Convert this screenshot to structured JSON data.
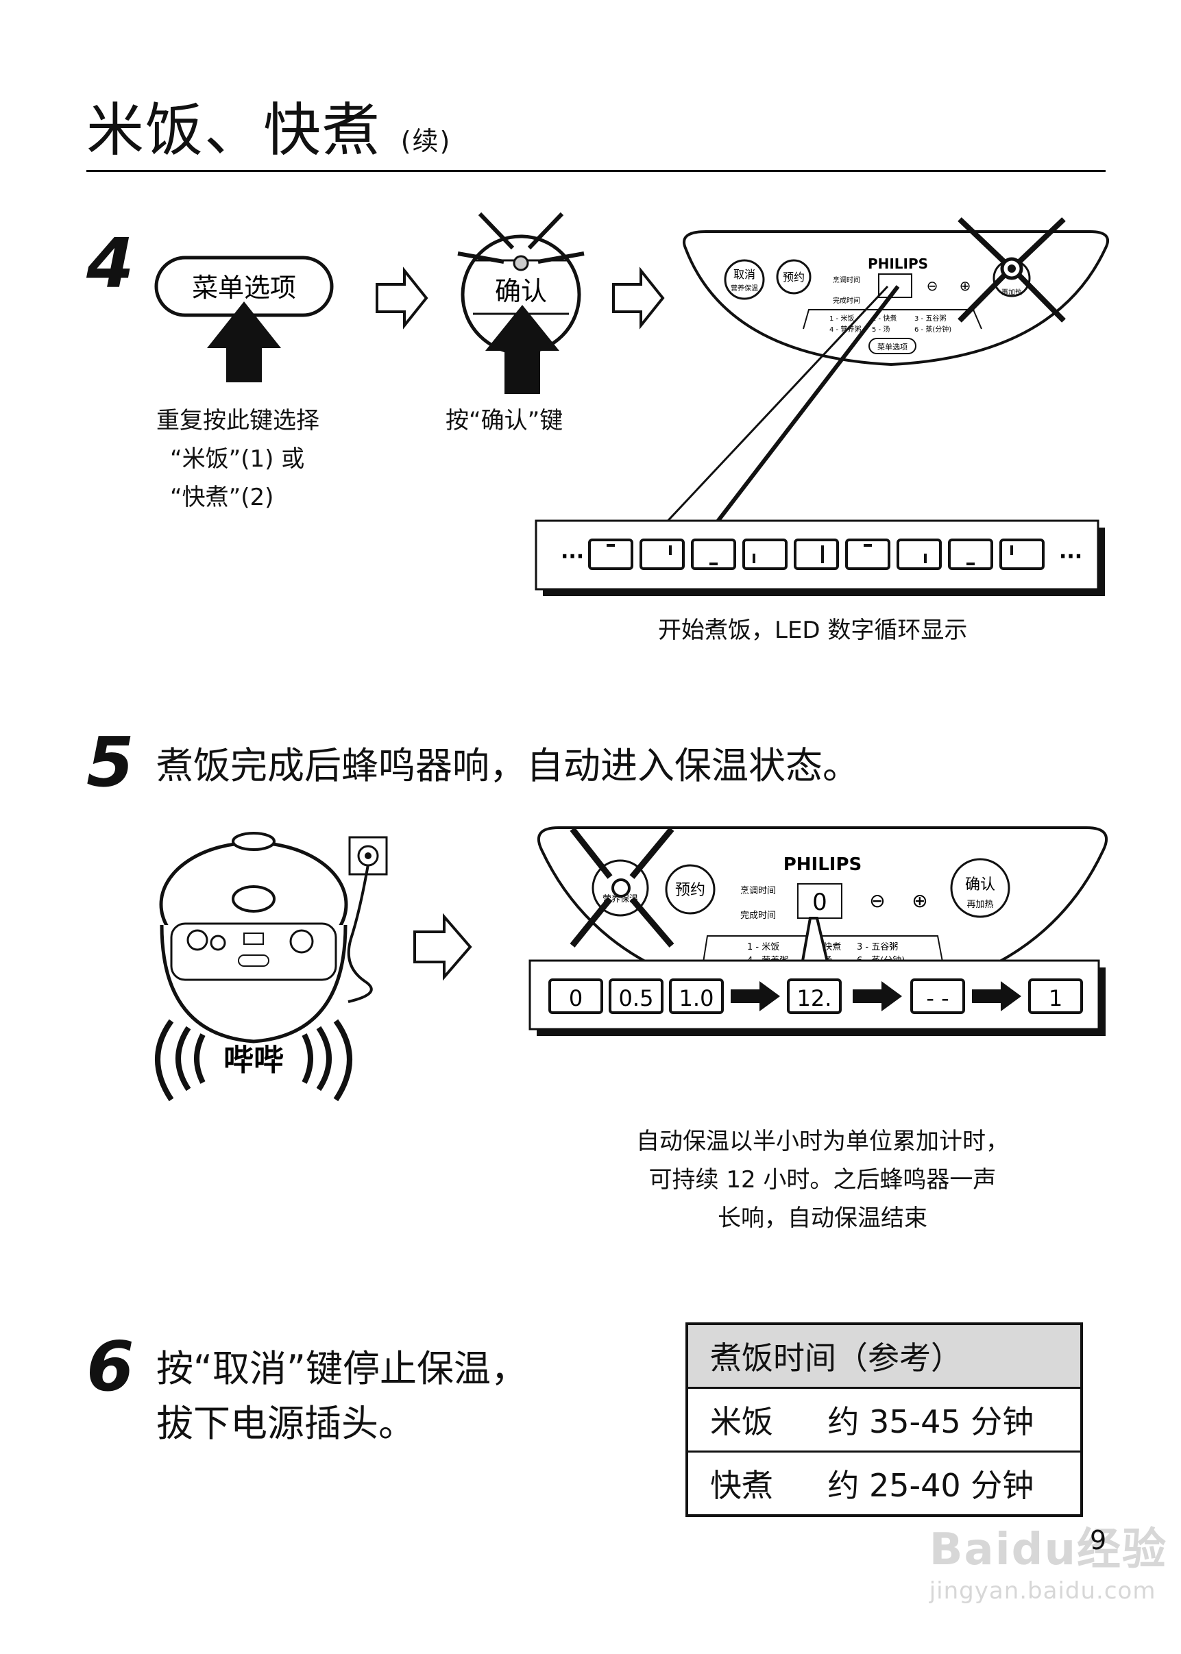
{
  "title": {
    "main": "米饭、快煮",
    "suffix": "(续)"
  },
  "step4": {
    "number": "4",
    "menu_key": "菜单选项",
    "confirm_key": "确认",
    "caption1": [
      "重复按此键选择",
      "“米饭”(1) 或",
      "“快煮”(2)"
    ],
    "caption2": "按“确认”键",
    "caption3": "开始煮饭，LED 数字循环显示"
  },
  "panel": {
    "brand": "PHILIPS",
    "cancel": "取消",
    "cancel_sub": "营养保温",
    "reserve": "预约",
    "cook_time": "烹调时间",
    "finish_time": "完成时间",
    "confirm": "确认",
    "confirm_sub": "再加热",
    "menu_items": [
      "1 - 米饭",
      "2 - 快煮",
      "3 - 五谷粥",
      "4 - 营养粥",
      "5 - 汤",
      "6 - 蒸(分钟)"
    ],
    "menu_button": "菜单选项",
    "minus": "⊖",
    "plus": "⊕"
  },
  "step5": {
    "number": "5",
    "heading": "煮饭完成后蜂鸣器响，自动进入保温状态。",
    "beep": "哔哔",
    "panel_display": "0",
    "displays": [
      "0",
      "0.5",
      "1.0",
      "12.",
      "- -",
      "1"
    ],
    "caption": [
      "自动保温以半小时为单位累加计时，",
      "可持续 12 小时。之后蜂鸣器一声",
      "长响，自动保温结束"
    ]
  },
  "step6": {
    "number": "6",
    "text": [
      "按“取消”键停止保温，",
      "拔下电源插头。"
    ]
  },
  "table": {
    "header": "煮饭时间（参考）",
    "rows": [
      {
        "name": "米饭",
        "time": "约 35-45 分钟"
      },
      {
        "name": "快煮",
        "time": "约 25-40 分钟"
      }
    ]
  },
  "page_number": "9",
  "watermark": {
    "logo": "Baidu经验",
    "url": "jingyan.baidu.com"
  }
}
